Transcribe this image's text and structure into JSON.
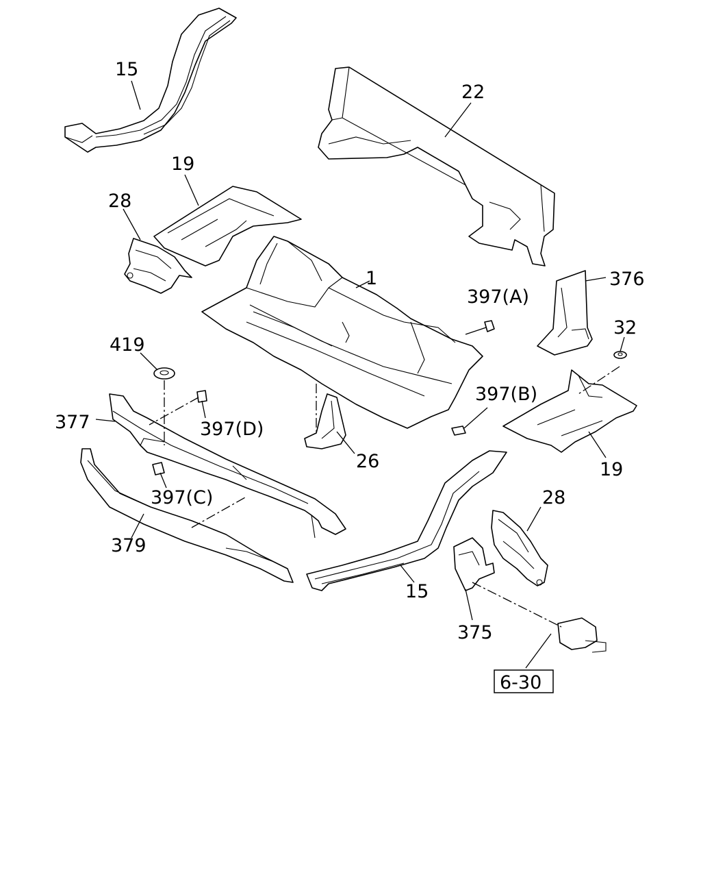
{
  "callouts": {
    "c15_top": "15",
    "c22": "22",
    "c19_top": "19",
    "c28_top": "28",
    "c1": "1",
    "c397a": "397(A)",
    "c376": "376",
    "c32": "32",
    "c419": "419",
    "c377": "377",
    "c397d": "397(D)",
    "c397b": "397(B)",
    "c26": "26",
    "c19_right": "19",
    "c397c": "397(C)",
    "c28_right": "28",
    "c379": "379",
    "c15_bottom": "15",
    "c375": "375"
  },
  "reference": "6-30"
}
